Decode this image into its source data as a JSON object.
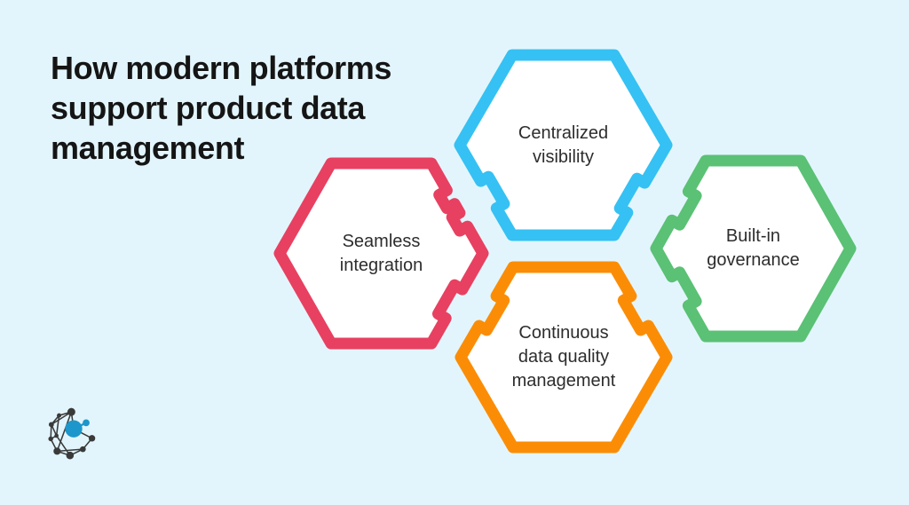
{
  "title": {
    "lines": [
      "How modern platforms",
      "support product data",
      "management"
    ]
  },
  "hexagons": [
    {
      "name": "centralized-visibility",
      "color": "#35c1f3",
      "lines": [
        "Centralized",
        "visibility"
      ]
    },
    {
      "name": "seamless-integration",
      "color": "#e84061",
      "lines": [
        "Seamless",
        "integration"
      ]
    },
    {
      "name": "built-in-governance",
      "color": "#5ac175",
      "lines": [
        "Built-in",
        "governance"
      ]
    },
    {
      "name": "continuous-data-quality-management",
      "color": "#fb8d06",
      "lines": [
        "Continuous",
        "data quality",
        "management"
      ]
    }
  ],
  "logo": {
    "icon": "network-graph-logo",
    "dark_color": "#3a3a3a",
    "accent_color": "#1d97cb"
  },
  "canvas": {
    "background": "#e3f5fc",
    "title_color": "#151515",
    "label_color": "#2d2d2d"
  }
}
